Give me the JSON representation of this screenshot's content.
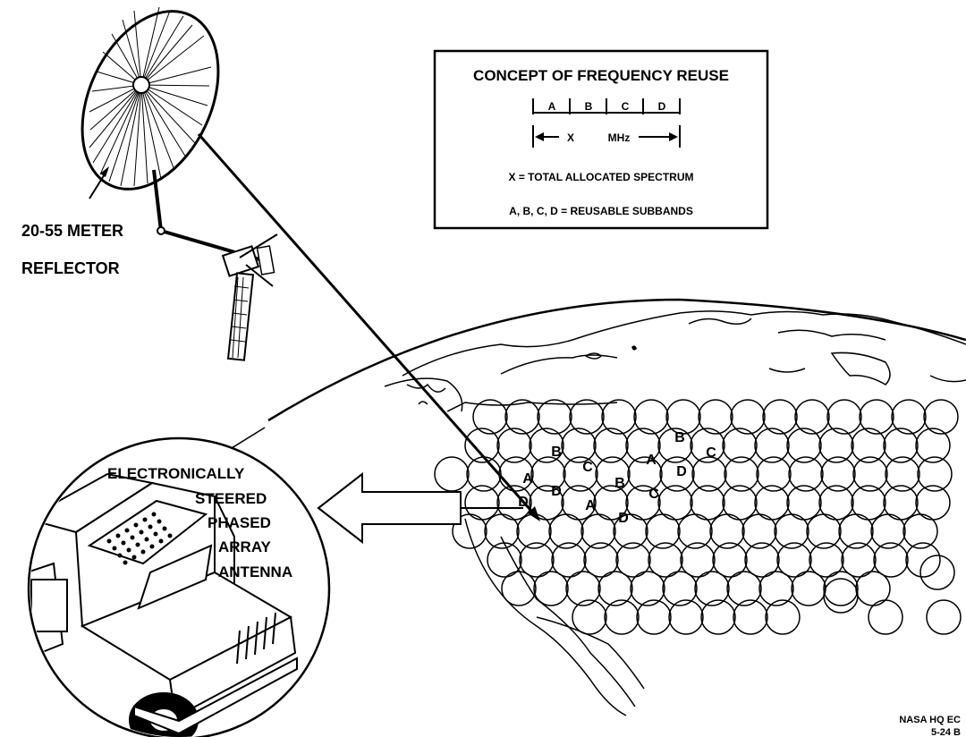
{
  "reflector_label": {
    "line1": "20-55  METER",
    "line2": "REFLECTOR"
  },
  "concept_box": {
    "title": "CONCEPT OF FREQUENCY REUSE",
    "subbands": [
      "A",
      "B",
      "C",
      "D"
    ],
    "range_left": "X",
    "range_right": "MHz",
    "def_x": "X = TOTAL ALLOCATED SPECTRUM",
    "def_abcd": "A, B, C, D = REUSABLE SUBBANDS"
  },
  "antenna_label": [
    "ELECTRONICALLY",
    "STEERED",
    "PHASED",
    "ARRAY",
    "ANTENNA"
  ],
  "map_cells": [
    "B",
    "C",
    "A",
    "B",
    "C",
    "A",
    "D",
    "B",
    "D",
    "A",
    "D",
    "C",
    "D"
  ],
  "credit": {
    "line1": "NASA HQ EC",
    "line2": "5-24 B"
  }
}
